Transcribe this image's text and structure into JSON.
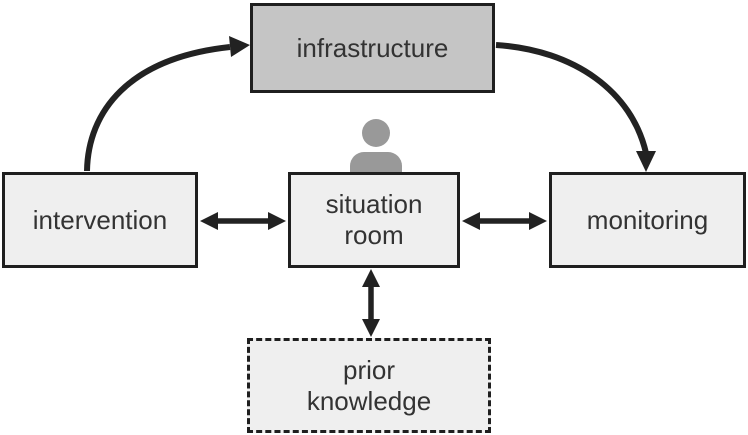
{
  "diagram": {
    "nodes": {
      "infrastructure": {
        "lines": [
          "infrastructure"
        ]
      },
      "intervention": {
        "lines": [
          "intervention"
        ]
      },
      "situation_room": {
        "lines": [
          "situation",
          "room"
        ]
      },
      "monitoring": {
        "lines": [
          "monitoring"
        ]
      },
      "prior_knowledge": {
        "lines": [
          "prior",
          "knowledge"
        ]
      }
    },
    "icons": {
      "person": "person-icon"
    },
    "colors": {
      "background": "#ffffff",
      "highlight_fill": "#c5c5c5",
      "node_fill": "#efefef",
      "border": "#1f1f1f",
      "arrow": "#222222",
      "person": "#999999",
      "text": "#333333"
    }
  }
}
